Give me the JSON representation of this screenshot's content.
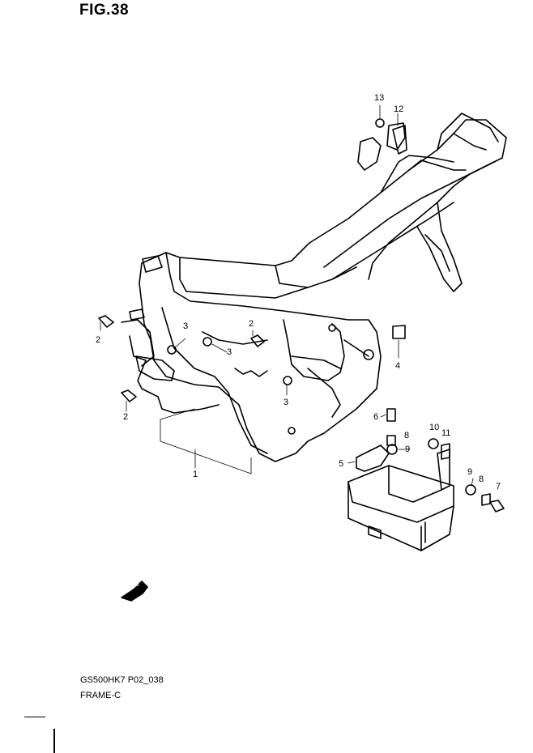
{
  "figure": {
    "title": "FIG.38"
  },
  "footer": {
    "model_code": "GS500HK7 P02_038",
    "section": "FRAME-C"
  },
  "direction_marker": {
    "text": "FWD"
  },
  "callouts": [
    "1",
    "2",
    "2",
    "2",
    "3",
    "3",
    "3",
    "4",
    "5",
    "6",
    "7",
    "8",
    "8",
    "9",
    "9",
    "10",
    "11",
    "12",
    "13"
  ]
}
